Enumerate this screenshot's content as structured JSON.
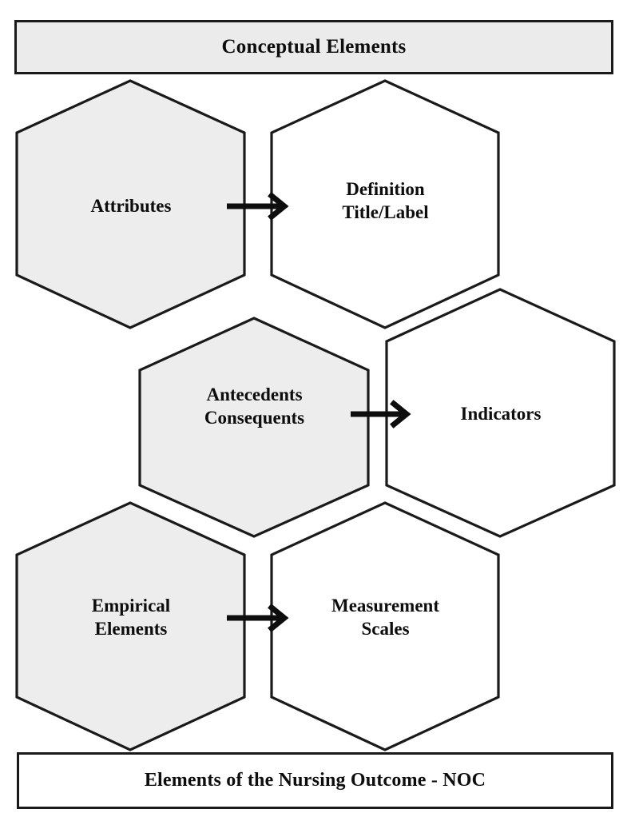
{
  "diagram": {
    "title": "Elements of the Nursing Outcome - NOC",
    "header_band": {
      "label": "Conceptual Elements",
      "fill": "#ebebeb",
      "stroke": "#1a1a1a"
    },
    "footer_band": {
      "label": "Elements of the Nursing Outcome - NOC",
      "fill": "#ffffff",
      "stroke": "#1a1a1a"
    },
    "colors": {
      "shaded_fill": "#ededed",
      "plain_fill": "#ffffff",
      "stroke": "#1a1a1a",
      "text": "#0d0d0d",
      "arrow": "#0d0d0d",
      "background": "#ffffff"
    },
    "nodes": [
      {
        "id": "attributes",
        "label": "Attributes",
        "lines": [
          "Attributes"
        ],
        "shape": "hexagon",
        "fill": "shaded",
        "row": "top",
        "column": "left"
      },
      {
        "id": "definition-title-label",
        "label": "Definition Title/Label",
        "lines": [
          "Definition",
          "Title/Label"
        ],
        "shape": "hexagon",
        "fill": "plain",
        "row": "top",
        "column": "right"
      },
      {
        "id": "antecedents-consequents",
        "label": "Antecedents Consequents",
        "lines": [
          "Antecedents",
          "Consequents"
        ],
        "shape": "hexagon",
        "fill": "shaded",
        "row": "middle",
        "column": "left"
      },
      {
        "id": "indicators",
        "label": "Indicators",
        "lines": [
          "Indicators"
        ],
        "shape": "hexagon",
        "fill": "plain",
        "row": "middle",
        "column": "right"
      },
      {
        "id": "empirical-elements",
        "label": "Empirical Elements",
        "lines": [
          "Empirical",
          "Elements"
        ],
        "shape": "hexagon",
        "fill": "shaded",
        "row": "bottom",
        "column": "left"
      },
      {
        "id": "measurement-scales",
        "label": "Measurement Scales",
        "lines": [
          "Measurement",
          "Scales"
        ],
        "shape": "hexagon",
        "fill": "plain",
        "row": "bottom",
        "column": "right"
      }
    ],
    "arrows": [
      {
        "id": "arrow-attributes-to-definition",
        "from": "attributes",
        "to": "definition-title-label",
        "direction": "right"
      },
      {
        "id": "arrow-antecedents-to-indicators",
        "from": "antecedents-consequents",
        "to": "indicators",
        "direction": "right"
      },
      {
        "id": "arrow-empirical-to-measurement",
        "from": "empirical-elements",
        "to": "measurement-scales",
        "direction": "right"
      }
    ]
  }
}
